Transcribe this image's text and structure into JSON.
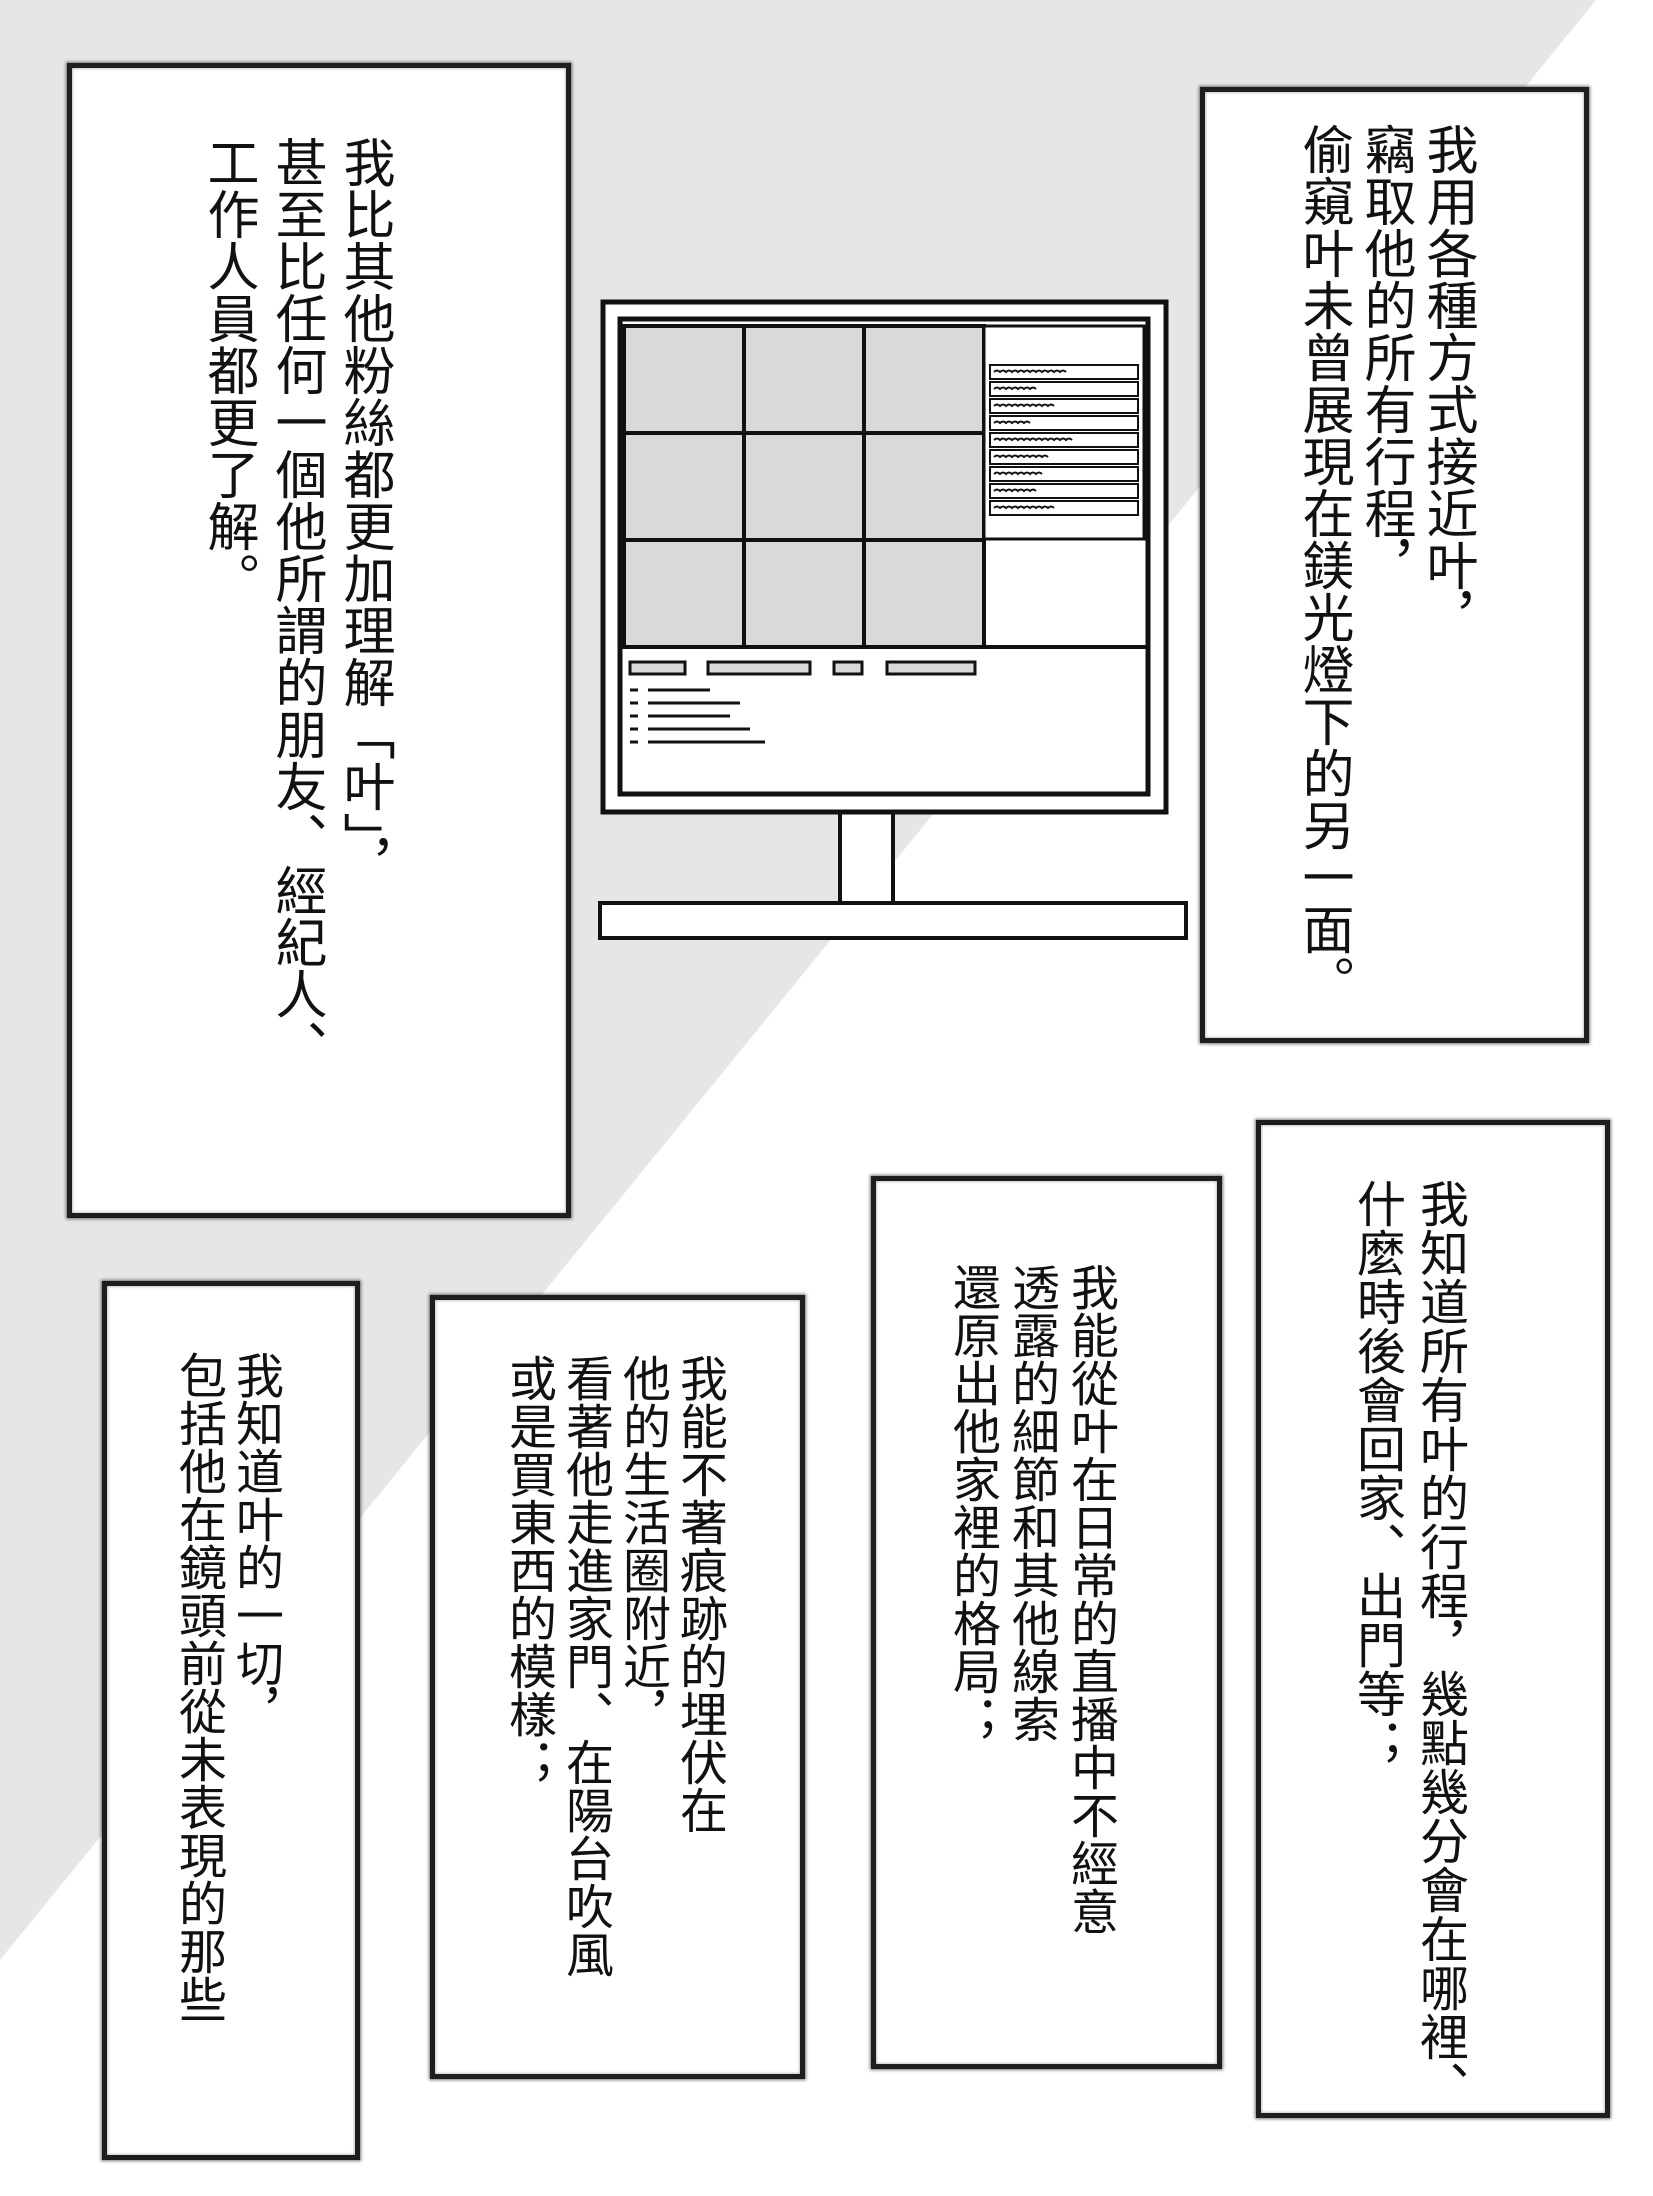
{
  "colors": {
    "background_gray": "#e6e6e6",
    "background_white": "#ffffff",
    "border": "#1e1e1e",
    "screen_cell": "#d9d9d9"
  },
  "panels": {
    "box1": {
      "lines": [
        "我比其他粉絲都更加理解「叶」，",
        "甚至比任何一個他所謂的朋友、經紀人、",
        "工作人員都更了解。"
      ]
    },
    "box2": {
      "lines": [
        "我用各種方式接近叶，",
        "竊取他的所有行程，",
        "偷窺叶未曾展現在鎂光燈下的另一面。"
      ]
    },
    "box3": {
      "lines": [
        "我知道所有叶的行程，幾點幾分會在哪裡、",
        "什麼時後會回家、出門等；"
      ]
    },
    "box4": {
      "lines": [
        "我能從叶在日常的直播中不經意",
        "透露的細節和其他線索",
        "還原出他家裡的格局；"
      ]
    },
    "box5": {
      "lines": [
        "我能不著痕跡的埋伏在",
        "他的生活圈附近，",
        "看著他走進家門、在陽台吹風",
        "或是買東西的模樣；"
      ]
    },
    "box6": {
      "lines": [
        "我知道叶的一切，",
        "包括他在鏡頭前從未表現的那些"
      ]
    }
  },
  "monitor": {
    "icon": "computer-monitor-icon",
    "grid_rows": 3,
    "grid_cols": 3,
    "side_lines": 9,
    "bottom_bars": 4,
    "bottom_lines": 5
  }
}
